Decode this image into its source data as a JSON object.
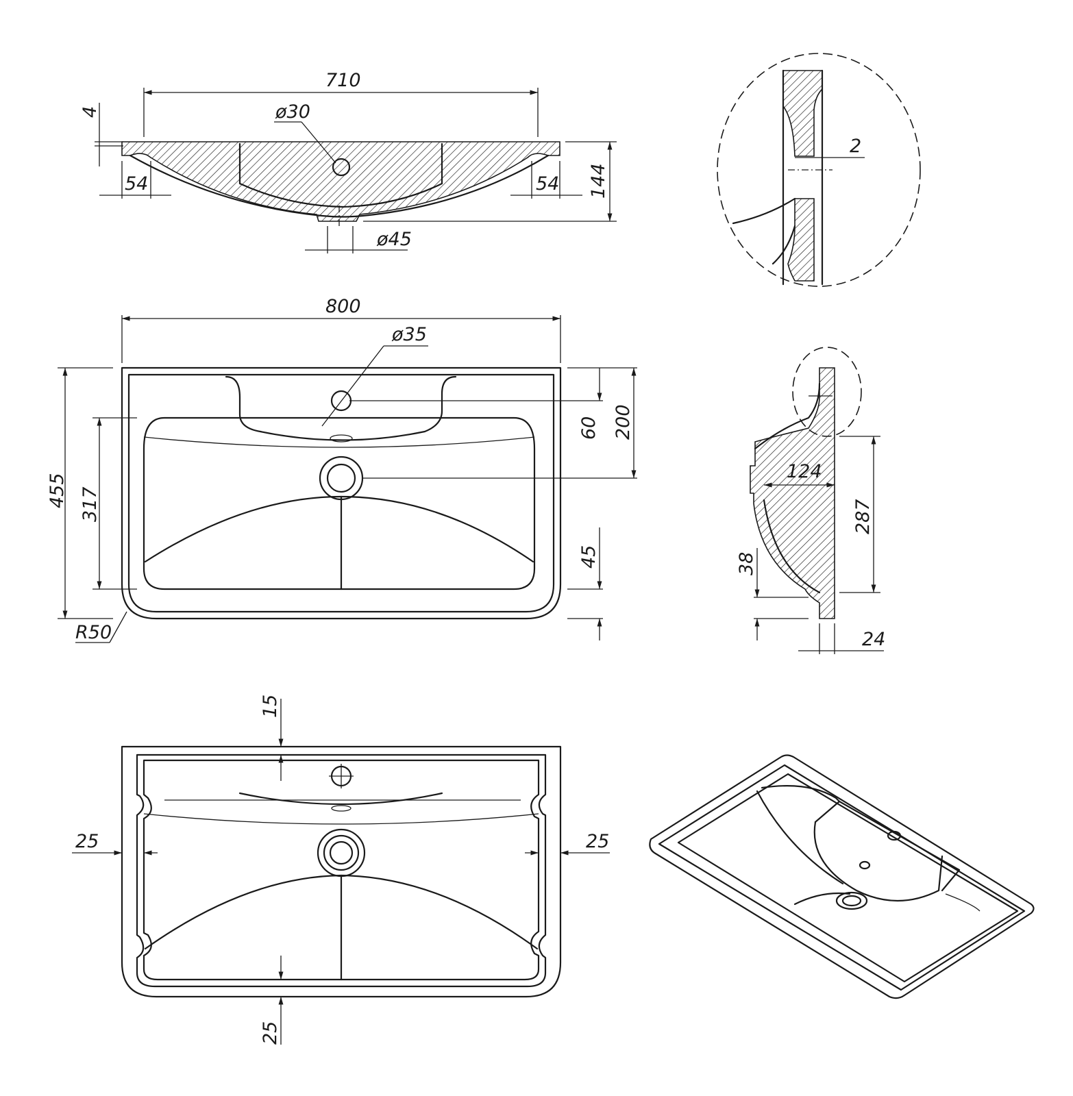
{
  "top_view": {
    "width_710": "710",
    "dia_30": "ø30",
    "thk_4": "4",
    "edge_left_54": "54",
    "edge_right_54": "54",
    "height_144": "144",
    "dia_45": "ø45"
  },
  "detail_view": {
    "gap_2": "2"
  },
  "plan_view": {
    "width_800": "800",
    "dia_35": "ø35",
    "depth_455": "455",
    "bowl_317": "317",
    "dim_60": "60",
    "dim_200": "200",
    "dim_45": "45",
    "radius_r50": "R50"
  },
  "side_section": {
    "dim_124": "124",
    "dim_287": "287",
    "dim_38": "38",
    "dim_24": "24"
  },
  "bottom_view": {
    "dim_15": "15",
    "left_25": "25",
    "right_25": "25",
    "bottom_25": "25"
  }
}
